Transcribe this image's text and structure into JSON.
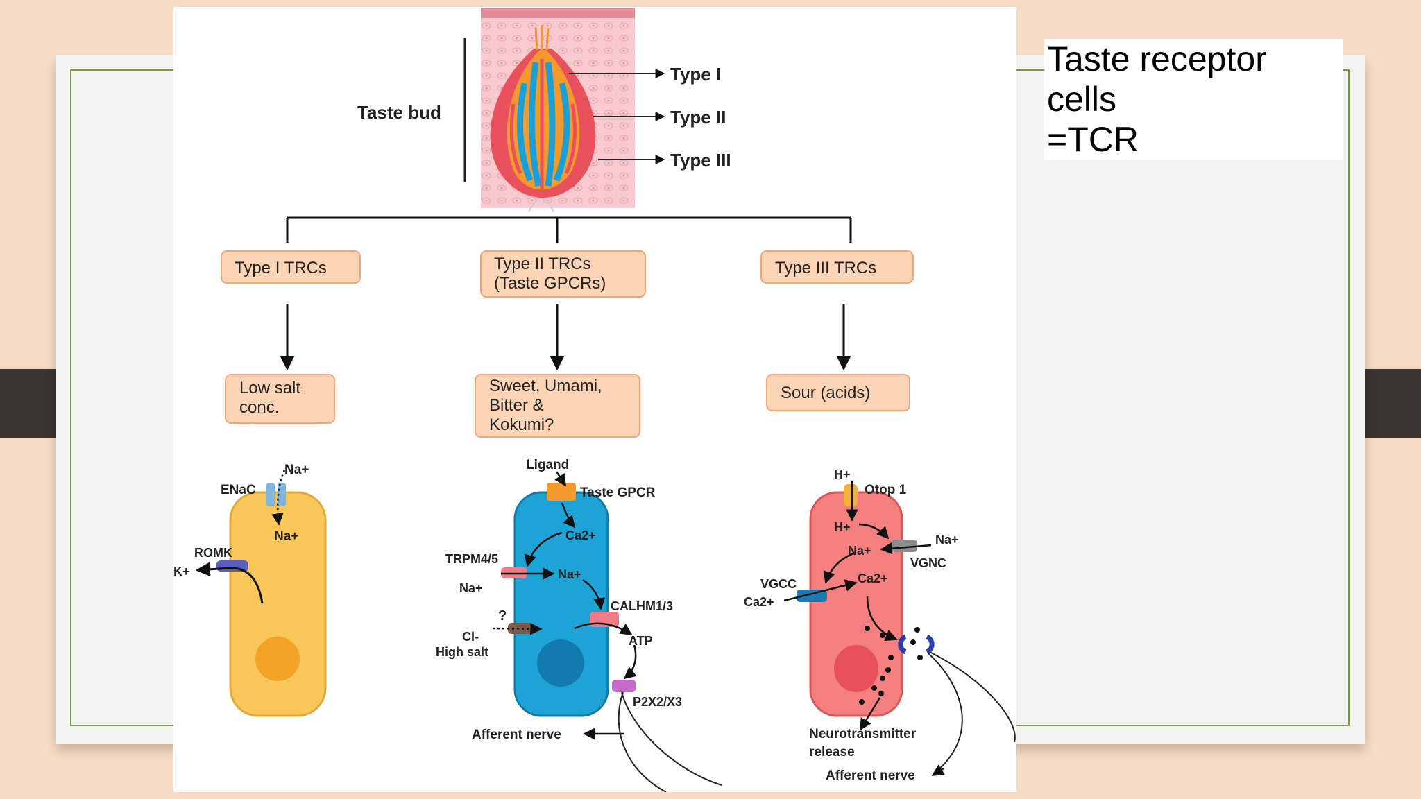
{
  "slide": {
    "caption_line1": "Taste receptor cells",
    "caption_line2": "=TCR"
  },
  "taste_bud": {
    "label": "Taste bud",
    "type1": "Type I",
    "type2": "Type II",
    "type3": "Type III"
  },
  "cell_types": {
    "type1_label": "Type I TRCs",
    "type2_line1": "Type II TRCs",
    "type2_line2": "(Taste GPCRs)",
    "type3_label": "Type III TRCs"
  },
  "tastes": {
    "type1_line1": "Low salt",
    "type1_line2": "conc.",
    "type2_line1": "Sweet, Umami,",
    "type2_line2": "Bitter &",
    "type2_line3": "Kokumi?",
    "type3_label": "Sour (acids)"
  },
  "cell1": {
    "na_out": "Na+",
    "enac": "ENaC",
    "na_in": "Na+",
    "romk": "ROMK",
    "k": "K+"
  },
  "cell2": {
    "ligand": "Ligand",
    "gpcr": "Taste GPCR",
    "ca": "Ca2+",
    "trpm": "TRPM4/5",
    "na_out": "Na+",
    "na_in": "Na+",
    "calhm": "CALHM1/3",
    "question": "?",
    "cl": "Cl-",
    "high_salt": "High salt",
    "atp": "ATP",
    "p2x": "P2X2/X3",
    "afferent": "Afferent nerve"
  },
  "cell3": {
    "h_out": "H+",
    "otop": "Otop 1",
    "h_in": "H+",
    "na_out": "Na+",
    "na_in": "Na+",
    "vgnc": "VGNC",
    "vgcc": "VGCC",
    "ca_in": "Ca2+",
    "ca_out": "Ca2+",
    "nt_line1": "Neurotransmitter",
    "nt_line2": "release",
    "afferent": "Afferent nerve"
  },
  "colors": {
    "box_fill": "#fbd3b5",
    "box_stroke": "#f3a478",
    "type1_cell": "#f9c659",
    "type2_cell": "#1ea3d6",
    "type3_cell": "#f47f7f",
    "frame_green": "#7a9a3a"
  }
}
